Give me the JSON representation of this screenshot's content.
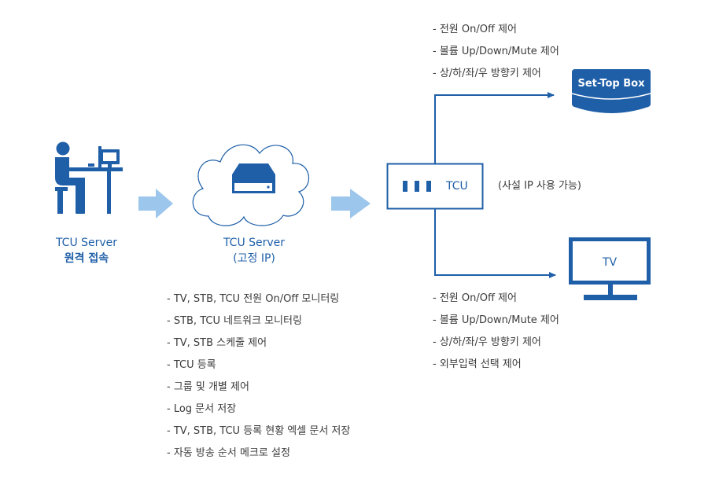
{
  "colors": {
    "primary_blue": "#1f5fa8",
    "arrow_light_blue": "#9cc6ec",
    "text_gray": "#3a3a3a"
  },
  "client": {
    "icon": "person-at-computer-icon",
    "label_line1": "TCU Server",
    "label_line2": "원격 접속"
  },
  "server": {
    "icon": "server-in-cloud-icon",
    "label_line1": "TCU Server",
    "label_line2": "(고정 IP)",
    "features": [
      "- TV, STB, TCU 전원 On/Off 모니터링",
      "- STB, TCU 네트워크 모니터링",
      "- TV, STB 스케줄 제어",
      "- TCU 등록",
      "- 그룹 및 개별 제어",
      "- Log 문서 저장",
      "- TV, STB, TCU 등록 현황 엑셀 문서 저장",
      "- 자동 방송 순서 메크로 설정"
    ]
  },
  "tcu": {
    "label": "TCU",
    "note": "(사설 IP 사용 가능)"
  },
  "set_top_box": {
    "icon": "set-top-box-icon",
    "label": "Set-Top Box",
    "features": [
      "- 전원 On/Off 제어",
      "- 볼륨 Up/Down/Mute 제어",
      "- 상/하/좌/우 방향키 제어"
    ]
  },
  "tv": {
    "icon": "tv-monitor-icon",
    "label": "TV",
    "features": [
      "- 전원 On/Off 제어",
      "- 볼륨 Up/Down/Mute 제어",
      "- 상/하/좌/우 방향키 제어",
      "- 외부입력 선택 제어"
    ]
  }
}
